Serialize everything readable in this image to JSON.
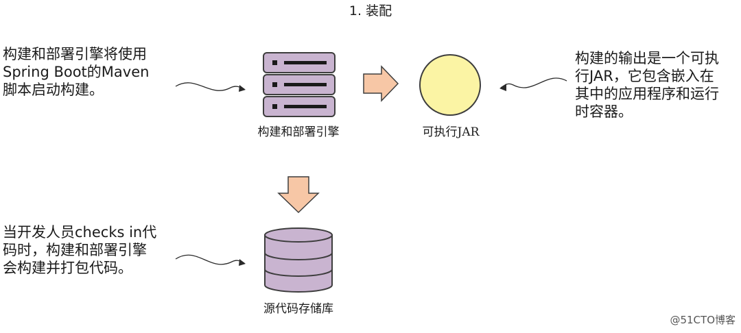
{
  "title": "1. 装配",
  "notes": {
    "left_top": "构建和部署引擎将使用\nSpring Boot的Maven\n脚本启动构建。",
    "right": "构建的输出是一个可执\n行JAR，它包含嵌入在\n其中的应用程序和运行\n时容器。",
    "left_bottom": "当开发人员checks in代\n码时，构建和部署引擎\n会构建并打包代码。"
  },
  "labels": {
    "engine": "构建和部署引擎",
    "jar": "可执行JAR",
    "repo": "源代码存储库"
  },
  "watermark": "@51CTO博客",
  "colors": {
    "server_fill": "#c9b4d0",
    "server_stroke": "#3d3d3d",
    "arrow_fill": "#f7c7a6",
    "jar_fill": "#fbf4a4",
    "db_fill": "#c9b4d0"
  }
}
